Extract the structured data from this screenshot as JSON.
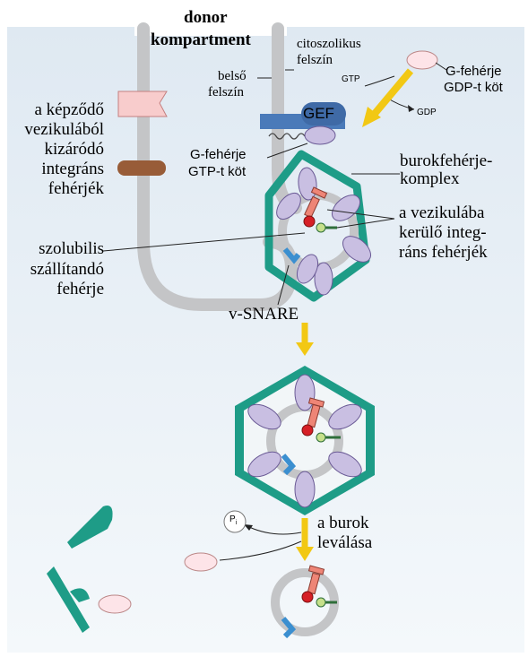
{
  "colors": {
    "background_panel": "#dde8f1",
    "membrane": "#c4c5c7",
    "coat": "#1e9c87",
    "coat_dark": "#106b5b",
    "ellipse_lavender": "#c9bfe2",
    "ellipse_pink": "#fde4e8",
    "gef_blue": "#4a7ab9",
    "arrow_yellow": "#f2c814",
    "red_cargo": "#d61f26",
    "salmon_protein": "#ee8576",
    "excluded_pink": "#f8cccc",
    "excluded_brown": "#985c38",
    "v_snare_blue": "#3b8fd0",
    "green_integral": "#2f6f3a"
  },
  "labels": {
    "donor": "donor",
    "kompartment": "kompartment",
    "citoszolikus": "citoszolikus",
    "felszin_citoszolikus": "felszín",
    "belso": "belső",
    "felszin_belso": "felszín",
    "gtp": "GTP",
    "gdp": "GDP",
    "g_feherje_gdp_1": "G-fehérje",
    "g_feherje_gdp_2": "GDP-t köt",
    "gef": "GEF",
    "g_feherje_gtp_1": "G-fehérje",
    "g_feherje_gtp_2": "GTP-t köt",
    "kizarodo_1": "a képződő",
    "kizarodo_2": "vezikulából",
    "kizarodo_3": "kizáródó",
    "kizarodo_4": "integráns",
    "kizarodo_5": "fehérjék",
    "burok_1": "burokfehérje-",
    "burok_2": "komplex",
    "vezikula_1": "a vezikulába",
    "vezikula_2": "kerülő integ-",
    "vezikula_3": "ráns fehérjék",
    "szolubilis_1": "szolubilis",
    "szolubilis_2": "szállítandó",
    "szolubilis_3": "fehérje",
    "v_snare": "v-SNARE",
    "burok_levalasa_1": "a burok",
    "burok_levalasa_2": "leválása",
    "pi": "P",
    "pi_sub": "i"
  }
}
